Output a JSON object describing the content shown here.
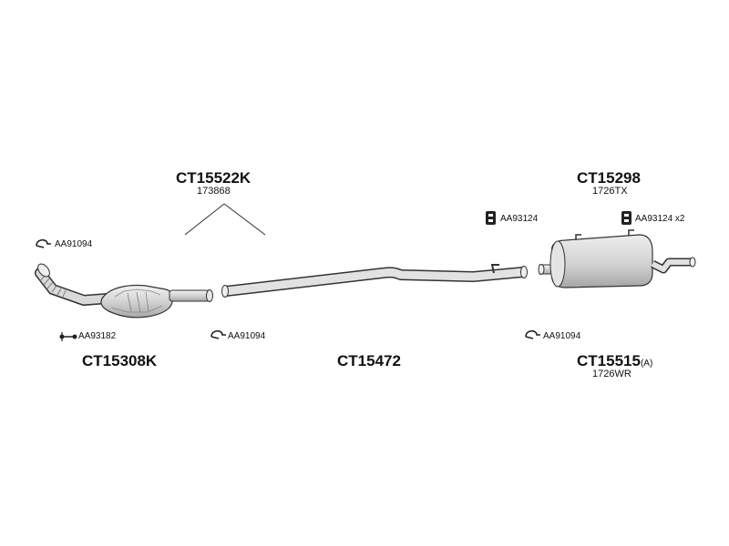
{
  "parts": {
    "cat_assembly": {
      "code": "CT15522K",
      "ref": "173868"
    },
    "rear_muffler": {
      "code": "CT15298",
      "ref": "1726TX"
    },
    "catalyst": {
      "code": "CT15308K"
    },
    "middle_pipe": {
      "code": "CT15472"
    },
    "center_muffler": {
      "code": "CT15515",
      "suffix": "(A)",
      "ref": "1726WR"
    }
  },
  "accessories": {
    "clamp_left_top": "AA91094",
    "clamp_middle": "AA91094",
    "clamp_right": "AA91094",
    "bolt_left": "AA93182",
    "hanger_1": "AA93124",
    "hanger_2": "AA93124 x2"
  },
  "colors": {
    "line": "#333333",
    "metal": "#d9d9d9",
    "metal_dark": "#9a9a9a"
  }
}
